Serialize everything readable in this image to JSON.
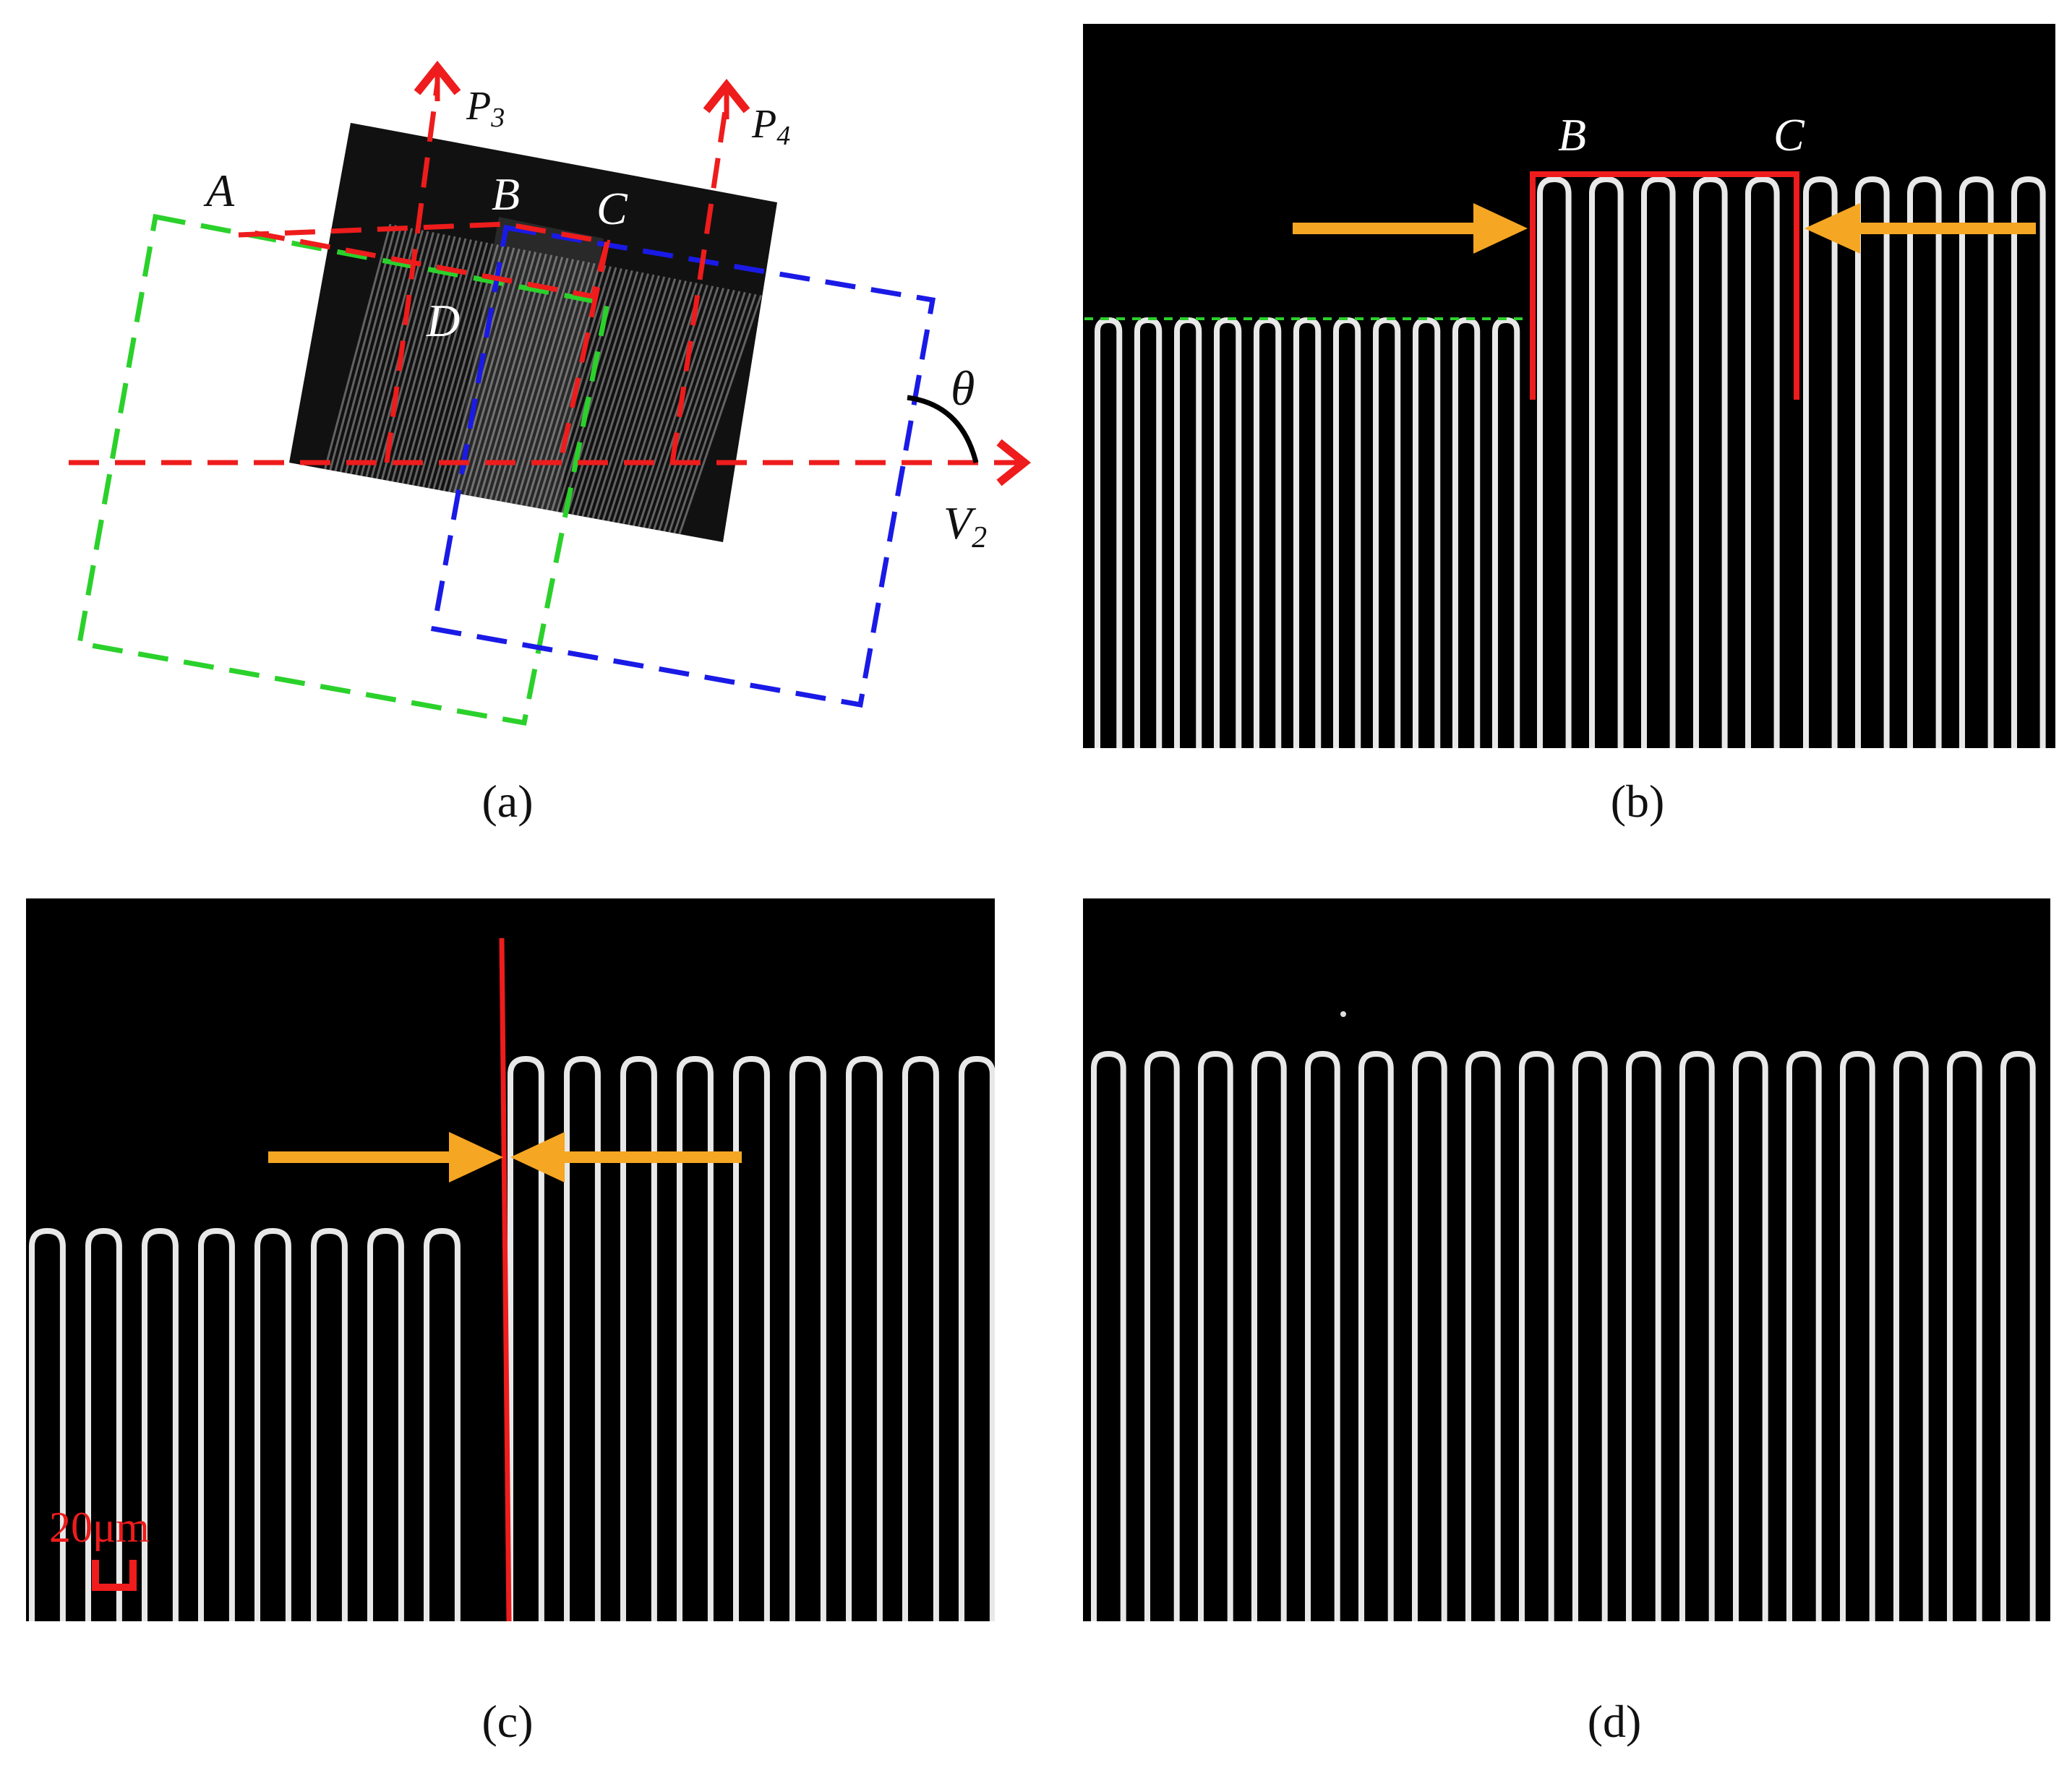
{
  "panels": {
    "a": {
      "caption": "(a)",
      "labels": {
        "p3_base": "P",
        "p3_sub": "3",
        "p4_base": "P",
        "p4_sub": "4",
        "A": "A",
        "B": "B",
        "C": "C",
        "D": "D",
        "theta": "θ",
        "v2_base": "V",
        "v2_sub": "2"
      }
    },
    "b": {
      "caption": "(b)",
      "labels": {
        "B": "B",
        "C": "C"
      }
    },
    "c": {
      "caption": "(c)",
      "scale_bar": "20μm"
    },
    "d": {
      "caption": "(d)"
    }
  },
  "colors": {
    "red": "#ee1c1c",
    "green": "#2bd12b",
    "blue": "#1a1ae6",
    "orange": "#f5a623",
    "wire": "#e8e8e8",
    "background": "#000000"
  }
}
